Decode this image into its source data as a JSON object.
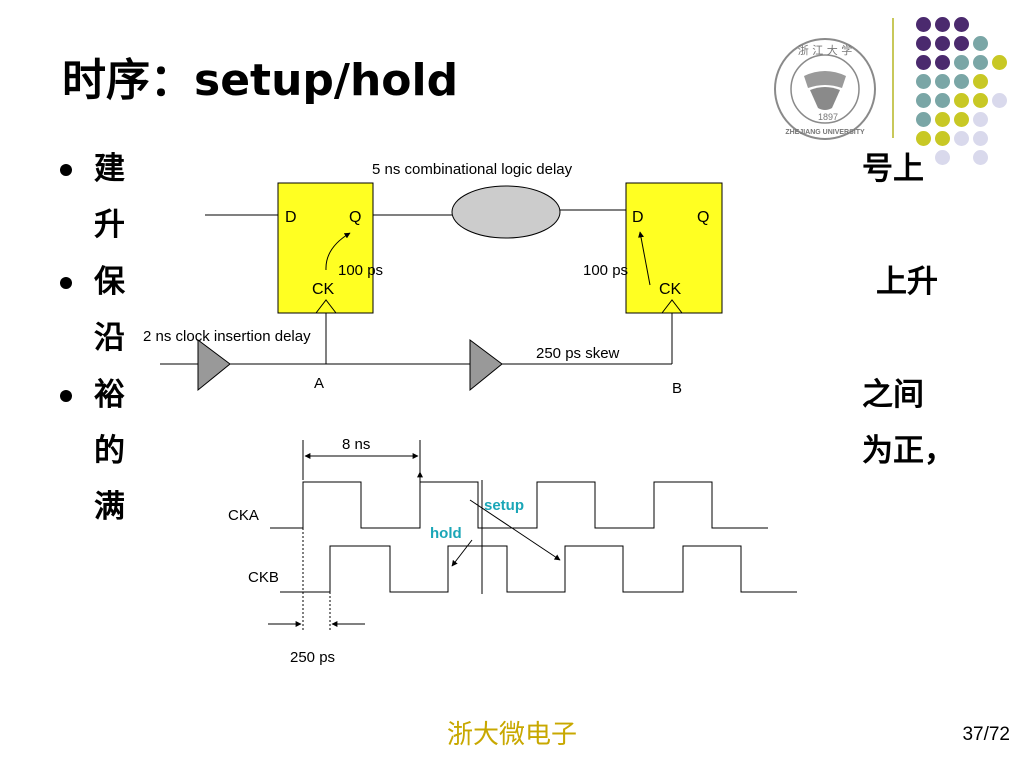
{
  "slide": {
    "title": "时序：setup/hold",
    "footer": "浙大微电子",
    "page": "37/72"
  },
  "logo": {
    "text_top": "浙 江 大 学",
    "year": "1897",
    "university": "ZHEJIANG UNIVERSITY"
  },
  "bullets": [
    {
      "left": "建",
      "right": "号上"
    },
    {
      "left": "升",
      "right": ""
    },
    {
      "left": "保",
      "right": "上升"
    },
    {
      "left": "沿",
      "right": ""
    },
    {
      "left": "裕",
      "right": "之间"
    },
    {
      "left": "的",
      "right": "为正，"
    },
    {
      "left": "满",
      "right": ""
    }
  ],
  "circuit": {
    "logic_label": "5 ns combinational logic delay",
    "ff1": {
      "d": "D",
      "q": "Q",
      "ck": "CK",
      "delay": "100 ps"
    },
    "ff2": {
      "d": "D",
      "q": "Q",
      "ck": "CK",
      "delay": "100 ps"
    },
    "clock_insertion": "2 ns clock insertion delay",
    "skew": "250 ps skew",
    "node_a": "A",
    "node_b": "B"
  },
  "timing": {
    "period_label": "8 ns",
    "cka": "CKA",
    "ckb": "CKB",
    "setup": "setup",
    "hold": "hold",
    "skew_label": "250 ps"
  },
  "colors": {
    "flipflop": "#ffff22",
    "buffer": "#999999",
    "logic_cloud": "#cccccc",
    "accent_teal": "#1aa6b7",
    "footer": "#c8a800",
    "dot_purple": "#4b2a6e",
    "dot_teal": "#7aa6a6",
    "dot_olive": "#c8c825",
    "dot_lavender": "#d9d9ec"
  }
}
